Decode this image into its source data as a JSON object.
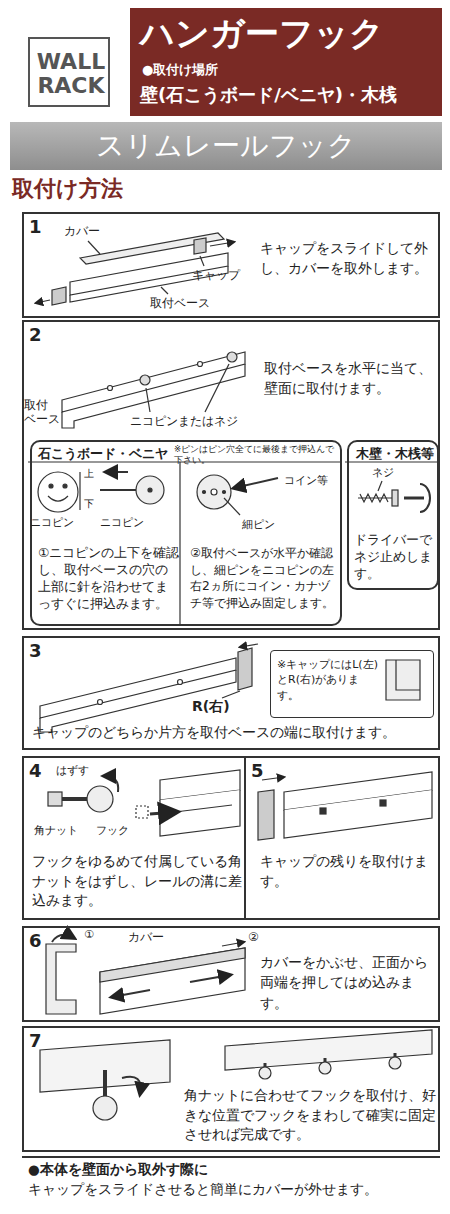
{
  "diagram": {
    "nodes": [
      {
        "text": [
          "WALL RACK"
        ]
      },
      {
        "text": [
          "ハンガーフック",
          "●取付け場所",
          "壁(石こうボード/ベニヤ)・木桟"
        ]
      },
      {
        "text": [
          "スリムレールフック"
        ]
      },
      {
        "text": [
          "1",
          "キャップをスライドして外し、カバーを取外します。"
        ]
      },
      {
        "text": [
          "2",
          "取付ベースを水平に当て、壁面に取付けます。"
        ]
      },
      {
        "text": [
          "石こうボード・ベニヤ",
          "※ピンはピン穴全てに最後まで押込んで下さい。"
        ],
        "in": 4
      },
      {
        "text": [
          "①ニコピンの上下を確認し、取付ベースの穴の上部に針を沿わせてまっすぐに押込みます。"
        ],
        "in": 5
      },
      {
        "text": [
          "②取付ベースが水平か確認し、細ピンをニコピンの左右2ヵ所にコイン・カナヅチ等で押込み固定します。"
        ],
        "in": 5
      },
      {
        "text": [
          "木壁・木桟等",
          "ドライバーでネジ止めします。"
        ],
        "in": 4
      },
      {
        "text": [
          "3",
          "キャップのどちらか片方を取付ベースの端に取付けます。"
        ]
      },
      {
        "text": [
          "※キャップにはL(左)とR(右)があります。"
        ],
        "in": 9
      },
      {
        "text": [
          "4",
          "フックをゆるめて付属している角ナットをはずし、レールの溝に差込みます。"
        ]
      },
      {
        "text": [
          "5",
          "キャップの残りを取付けます。"
        ]
      },
      {
        "text": [
          "6",
          "カバーをかぶせ、正面から両端を押してはめ込みます。"
        ]
      },
      {
        "text": [
          "7",
          "角ナットに合わせてフックを取付け、好きな位置でフックをまわして確実に固定させれば完成です。"
        ]
      },
      {
        "text": [
          "●本体を壁面から取外す際に",
          "キャップをスライドさせると簡単にカバーが外せます。"
        ]
      }
    ],
    "labels": [
      "取付け方法",
      "カバー",
      "キャップ",
      "取付ベース",
      "取付 ベース",
      "ニコピンまたはネジ",
      "上",
      "下",
      "ニコピン",
      "ニコピン",
      "コイン等",
      "細ピン",
      "ネジ",
      "R(右)",
      "はずす",
      "角ナット",
      "フック",
      "①",
      "カバー",
      "②"
    ]
  }
}
